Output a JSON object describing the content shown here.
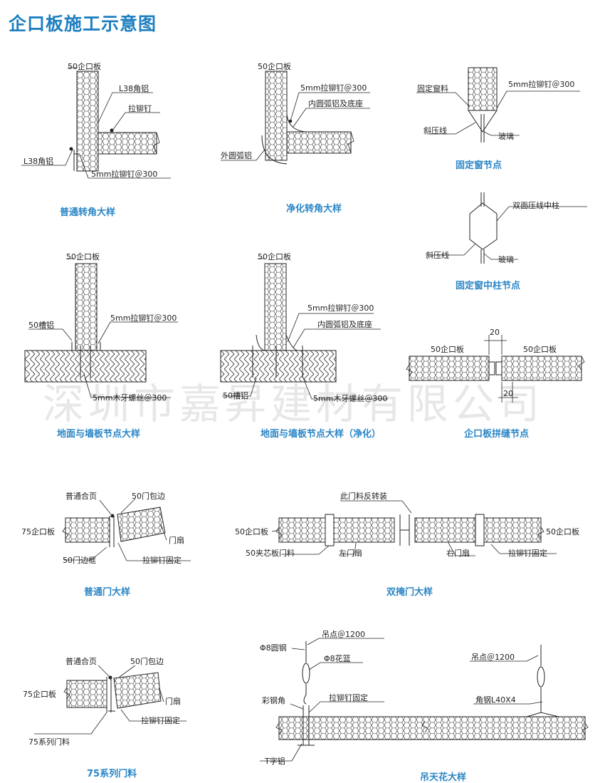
{
  "title": "企口板施工示意图",
  "watermark": "深圳市嘉昇建材有限公司",
  "colors": {
    "title": "#1e7fc0",
    "caption": "#2a86c6",
    "line": "#222222"
  },
  "captions": {
    "c1": "普通转角大样",
    "c2": "净化转角大样",
    "c3": "固定窗节点",
    "c4": "固定窗中柱节点",
    "c5": "地面与墙板节点大样",
    "c6": "地面与墙板节点大样（净化）",
    "c7": "企口板拼缝节点",
    "c8": "普通门大样",
    "c9": "双掩门大样",
    "c10": "75系列门料",
    "c11": "吊天花大样"
  },
  "labels": {
    "d1": {
      "panel": "50企口板",
      "l38a": "L38角铝",
      "rivet": "拉铆钉",
      "l38b": "L38角铝",
      "r300": "5mm拉铆钉＠300"
    },
    "d2": {
      "panel": "50企口板",
      "r300": "5mm拉铆钉＠300",
      "inner": "内圆弧铝及底座",
      "outer": "外圆弧铝"
    },
    "d3": {
      "frame": "固定窗料",
      "r300": "5mm拉铆钉＠300",
      "bevel": "斜压线",
      "glass": "玻璃"
    },
    "d4": {
      "mullion": "双面压线中柱",
      "bevel": "斜压线",
      "glass": "玻璃"
    },
    "d5": {
      "panel": "50企口板",
      "groove": "50槽铝",
      "r300": "5mm拉铆钉＠300",
      "screw": "5mm木牙螺丝＠300"
    },
    "d6": {
      "panel": "50企口板",
      "r300": "5mm拉铆钉＠300",
      "inner": "内圆弧铝及底座",
      "groove": "50槽铝",
      "screw": "5mm木牙螺丝＠300"
    },
    "d7": {
      "dim_top": "20",
      "left": "50企口板",
      "right": "50企口板",
      "dim_bottom": "20"
    },
    "d8": {
      "hinge": "普通合页",
      "wrap": "50门包边",
      "panel": "75企口板",
      "leaf": "门扇",
      "frame": "50门边框",
      "rivet": "拉铆钉固定"
    },
    "d9": {
      "reverse": "此门料反转装",
      "left_panel": "50企口板",
      "right_panel": "50企口板",
      "core": "50夹芯板门料",
      "left_leaf": "左门扇",
      "right_leaf": "右门扇",
      "rivet": "拉铆钉固定"
    },
    "d10": {
      "hinge": "普通合页",
      "wrap": "50门包边",
      "panel": "75企口板",
      "leaf": "门扇",
      "rivet": "拉铆钉固定",
      "series": "75系列门料"
    },
    "d11": {
      "rod": "Φ8圆钢",
      "hang1": "吊点＠1200",
      "turnbuckle": "Φ8花篮",
      "angle": "彩钢角",
      "rivet": "拉铆钉固定",
      "tee": "T字铝",
      "hang2": "吊点＠1200",
      "steel": "角钢L40X4"
    }
  }
}
